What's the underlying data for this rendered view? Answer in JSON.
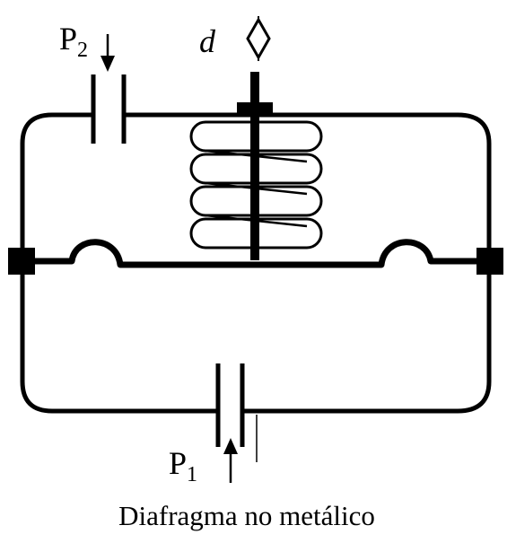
{
  "labels": {
    "p2": {
      "main": "P",
      "sub": "2"
    },
    "p1": {
      "main": "P",
      "sub": "1"
    },
    "d": "d",
    "caption": "Diafragma no metálico"
  },
  "icons": {
    "pressure_arrow_p2": "arrow-down-icon",
    "pressure_arrow_p1": "arrow-up-icon",
    "displacement": "double-arrow-diamond-icon"
  },
  "colors": {
    "stroke": "#000000",
    "background": "#ffffff"
  }
}
